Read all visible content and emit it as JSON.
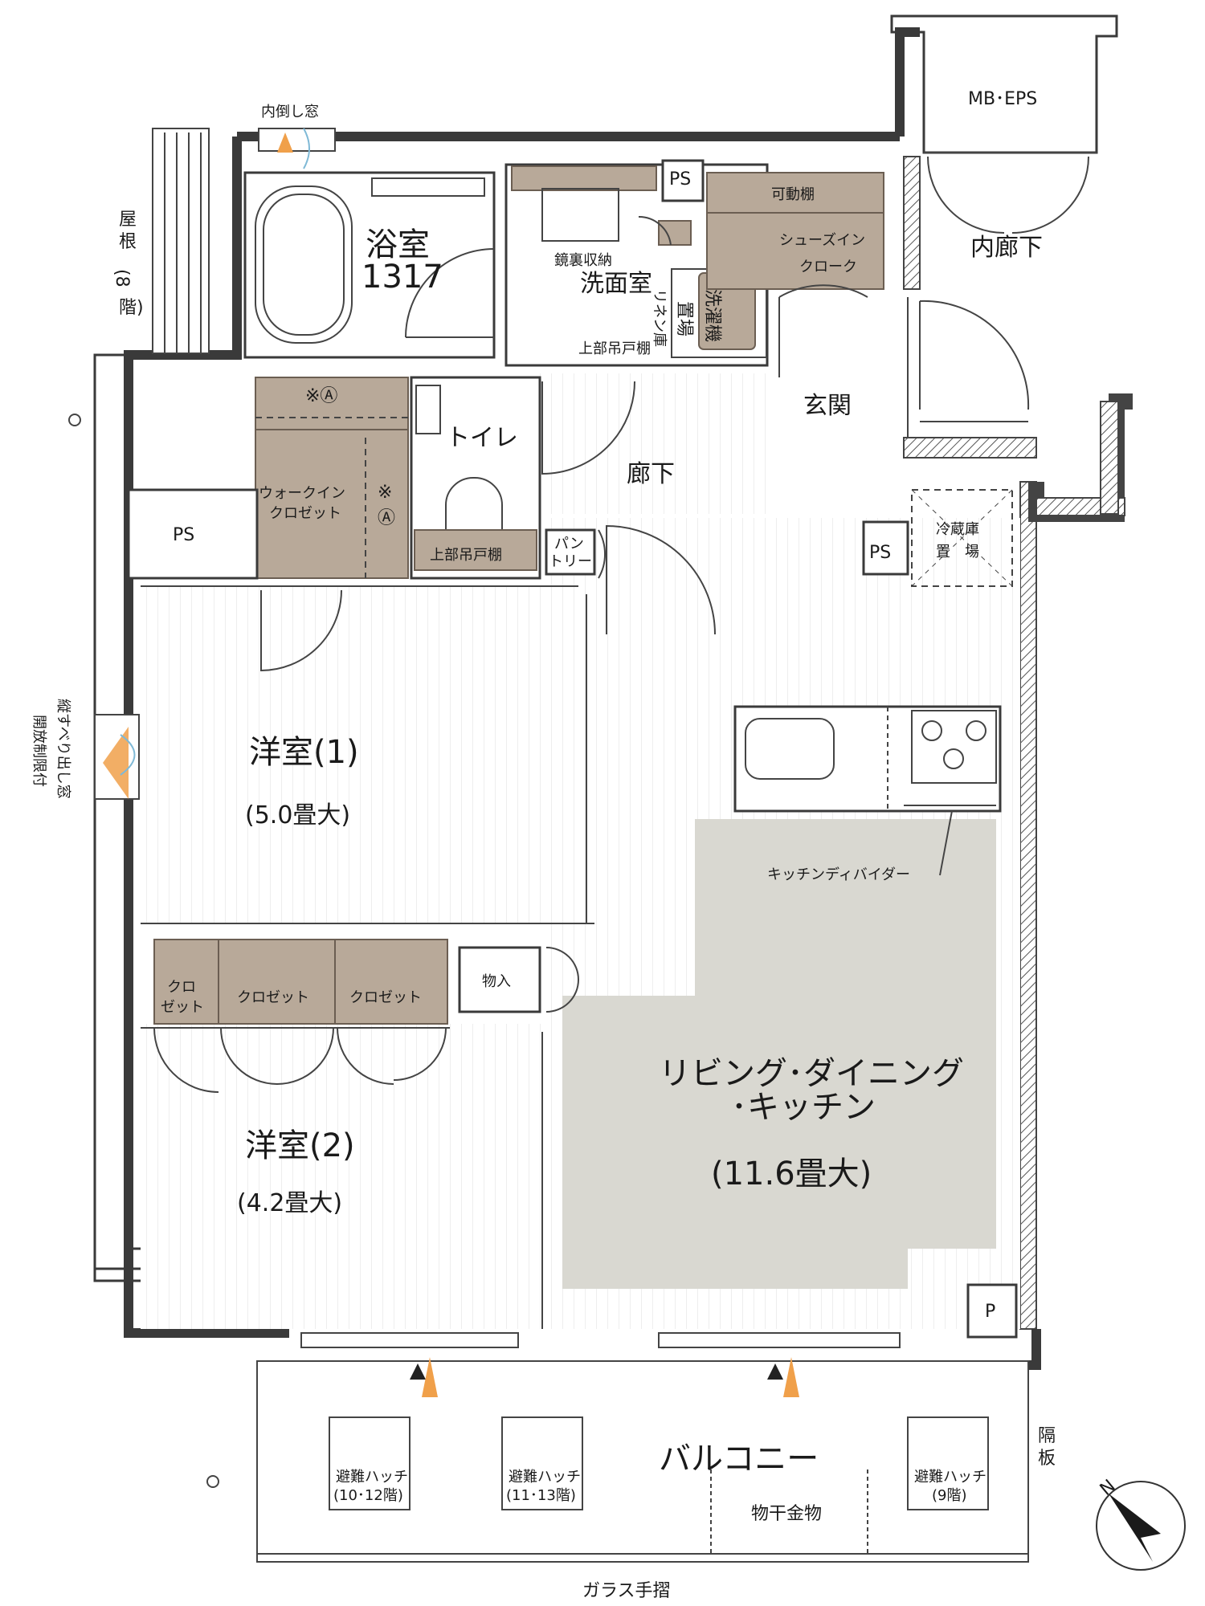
{
  "rooms": {
    "bath_name": "浴室",
    "bath_size": "1317",
    "washroom": "洗面室",
    "mirror_storage": "鏡裏収納",
    "linen": "リネン庫",
    "washer_place": "置場",
    "washer": "洗濯機",
    "upper_shelf_1": "上部吊戸棚",
    "upper_shelf_2": "上部吊戸棚",
    "toilet": "トイレ",
    "hallway": "廊下",
    "entrance": "玄関",
    "inner_corridor": "内廊下",
    "mb_eps": "MB･EPS",
    "shoes_shelf": "可動棚",
    "shoes_cloak_1": "シューズイン",
    "shoes_cloak_2": "クローク",
    "ps_1": "PS",
    "ps_2": "PS",
    "ps_3": "PS",
    "pantry_1": "パン",
    "pantry_2": "トリー",
    "fridge_1": "冷蔵庫",
    "fridge_2": "置　場",
    "walkin_1": "ウォークイン",
    "walkin_2": "クロゼット",
    "mark_a1": "※Ⓐ",
    "mark_a2a": "※",
    "mark_a2b": "Ⓐ",
    "room1_name": "洋室(1)",
    "room1_size": "(5.0畳大)",
    "room2_name": "洋室(2)",
    "room2_size": "(4.2畳大)",
    "closet_small_1": "クロ",
    "closet_small_2": "ゼット",
    "closet_a": "クロゼット",
    "closet_b": "クロゼット",
    "storage": "物入",
    "ldk_1": "リビング･ダイニング",
    "ldk_2": "･キッチン",
    "ldk_size": "(11.6畳大)",
    "divider": "キッチンディバイダー",
    "p_box": "P",
    "balcony": "バルコニー",
    "hatch_1a": "避難ハッチ",
    "hatch_1b": "(10･12階)",
    "hatch_2a": "避難ハッチ",
    "hatch_2b": "(11･13階)",
    "hatch_3a": "避難ハッチ",
    "hatch_3b": "(9階)",
    "drying": "物干金物",
    "glass_rail": "ガラス手摺",
    "partition_1": "隔",
    "partition_2": "板",
    "roof_1": "屋",
    "roof_2": "根",
    "roof_3": "(8",
    "roof_4": "階)",
    "tilt_window": "内倒し窓",
    "vert_window_1": "縦すべり出し窓",
    "vert_window_2": "開放制限付",
    "north": "N"
  }
}
